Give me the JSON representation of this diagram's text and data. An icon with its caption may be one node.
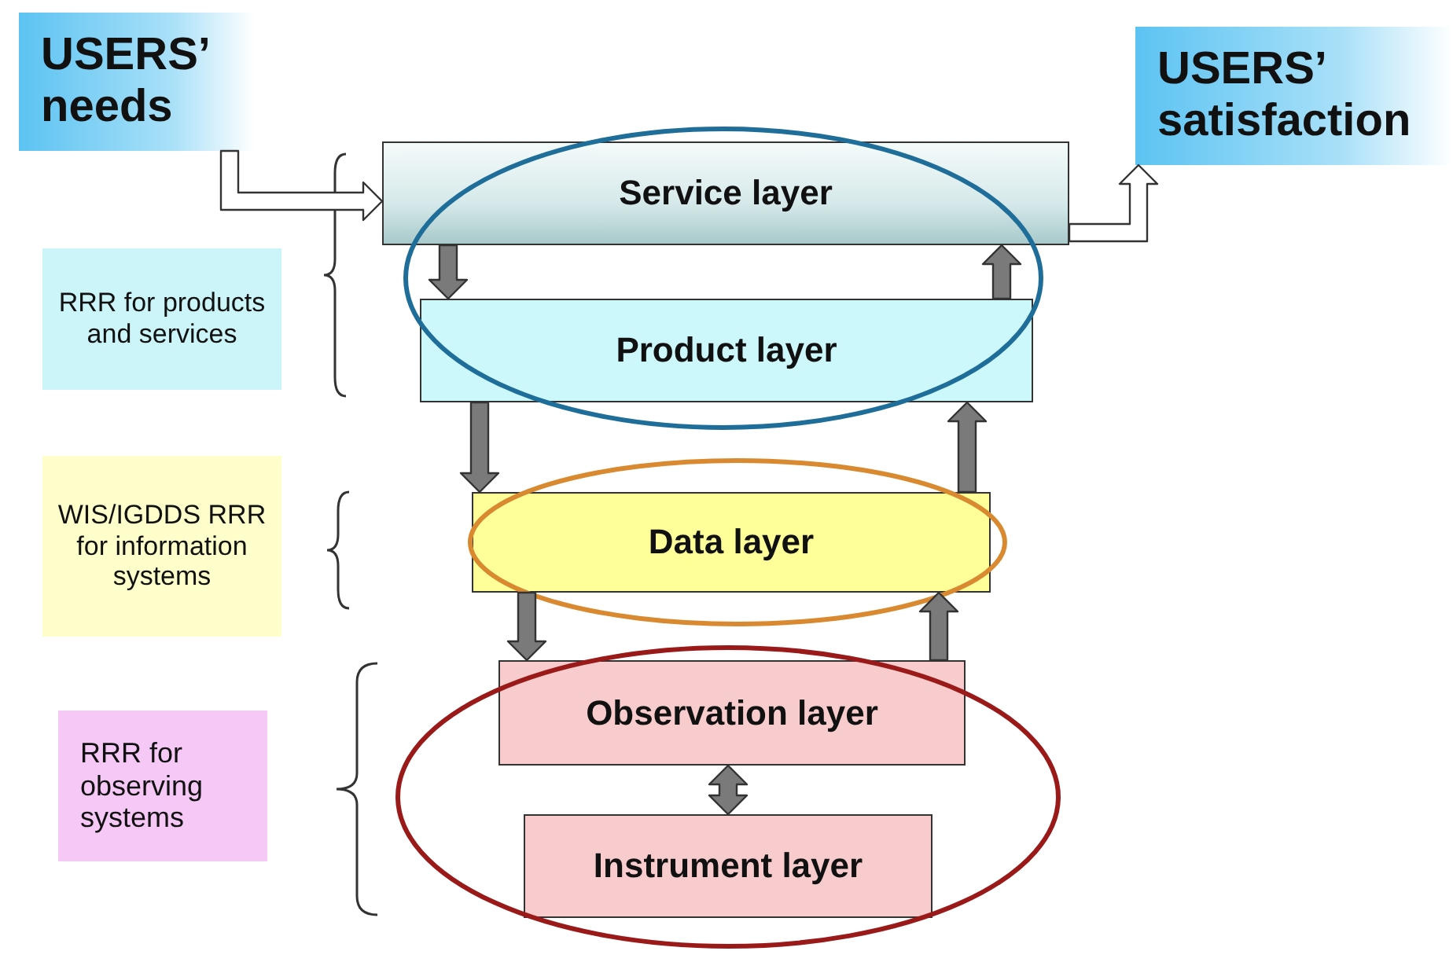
{
  "diagram": {
    "nodes": [
      {
        "text": [
          "USERS’ needs"
        ]
      },
      {
        "text": [
          "USERS’ satisfaction"
        ]
      },
      {
        "text": [
          "Service layer"
        ]
      },
      {
        "text": [
          "Product layer"
        ]
      },
      {
        "text": [
          "Data layer"
        ]
      },
      {
        "text": [
          "Observation layer"
        ]
      },
      {
        "text": [
          "Instrument layer"
        ]
      },
      {
        "text": [
          "RRR for products and services"
        ]
      },
      {
        "text": [
          "WIS/IGDDS RRR for information systems"
        ]
      },
      {
        "text": [
          "RRR for observing systems"
        ]
      }
    ],
    "edges": [
      {
        "from": 0,
        "to": 2,
        "arrow": "to",
        "color": "#ffffff"
      },
      {
        "from": 2,
        "to": 1,
        "arrow": "to",
        "color": "#ffffff"
      },
      {
        "from": 2,
        "to": 3,
        "arrow": "to"
      },
      {
        "from": 3,
        "to": 2,
        "arrow": "to"
      },
      {
        "from": 3,
        "to": 4,
        "arrow": "to"
      },
      {
        "from": 4,
        "to": 3,
        "arrow": "to"
      },
      {
        "from": 4,
        "to": 5,
        "arrow": "to"
      },
      {
        "from": 5,
        "to": 4,
        "arrow": "to"
      },
      {
        "from": 5,
        "to": 6,
        "arrow": "both"
      }
    ]
  }
}
